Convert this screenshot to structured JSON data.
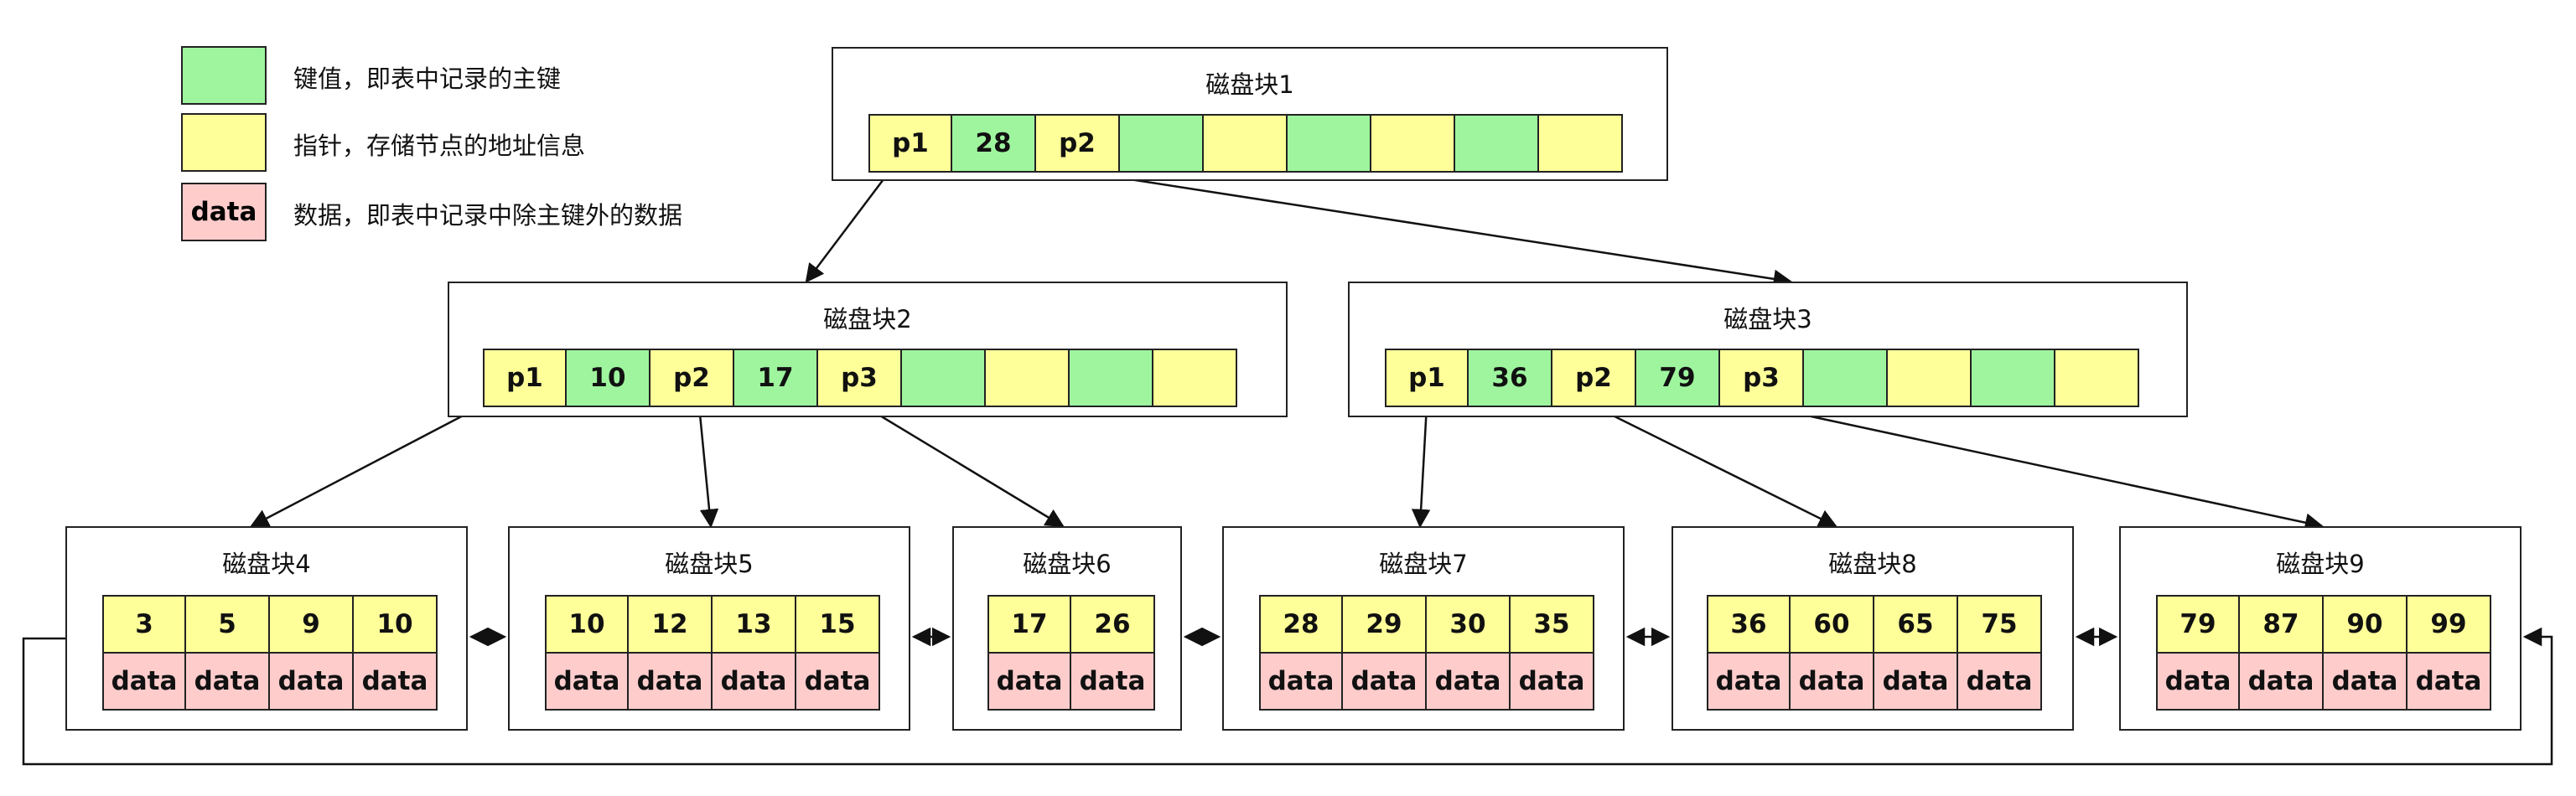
{
  "colors": {
    "key": "#9ef59e",
    "pointer": "#ffff99",
    "data": "#ffcccc"
  },
  "legend": [
    {
      "type": "key",
      "label": "",
      "text": "键值，即表中记录的主键"
    },
    {
      "type": "pointer",
      "label": "",
      "text": "指针，存储节点的地址信息"
    },
    {
      "type": "data",
      "label": "data",
      "text": "数据，即表中记录中除主键外的数据"
    }
  ],
  "root": {
    "title": "磁盘块1",
    "cells": [
      {
        "t": "p",
        "v": "p1"
      },
      {
        "t": "k",
        "v": "28"
      },
      {
        "t": "p",
        "v": "p2"
      },
      {
        "t": "k",
        "v": ""
      },
      {
        "t": "p",
        "v": ""
      },
      {
        "t": "k",
        "v": ""
      },
      {
        "t": "p",
        "v": ""
      },
      {
        "t": "k",
        "v": ""
      },
      {
        "t": "p",
        "v": ""
      }
    ]
  },
  "internal": [
    {
      "title": "磁盘块2",
      "cells": [
        {
          "t": "p",
          "v": "p1"
        },
        {
          "t": "k",
          "v": "10"
        },
        {
          "t": "p",
          "v": "p2"
        },
        {
          "t": "k",
          "v": "17"
        },
        {
          "t": "p",
          "v": "p3"
        },
        {
          "t": "k",
          "v": ""
        },
        {
          "t": "p",
          "v": ""
        },
        {
          "t": "k",
          "v": ""
        },
        {
          "t": "p",
          "v": ""
        }
      ]
    },
    {
      "title": "磁盘块3",
      "cells": [
        {
          "t": "p",
          "v": "p1"
        },
        {
          "t": "k",
          "v": "36"
        },
        {
          "t": "p",
          "v": "p2"
        },
        {
          "t": "k",
          "v": "79"
        },
        {
          "t": "p",
          "v": "p3"
        },
        {
          "t": "k",
          "v": ""
        },
        {
          "t": "p",
          "v": ""
        },
        {
          "t": "k",
          "v": ""
        },
        {
          "t": "p",
          "v": ""
        }
      ]
    }
  ],
  "leaves": [
    {
      "title": "磁盘块4",
      "keys": [
        "3",
        "5",
        "9",
        "10"
      ],
      "data_label": "data"
    },
    {
      "title": "磁盘块5",
      "keys": [
        "10",
        "12",
        "13",
        "15"
      ],
      "data_label": "data"
    },
    {
      "title": "磁盘块6",
      "keys": [
        "17",
        "26"
      ],
      "data_label": "data"
    },
    {
      "title": "磁盘块7",
      "keys": [
        "28",
        "29",
        "30",
        "35"
      ],
      "data_label": "data"
    },
    {
      "title": "磁盘块8",
      "keys": [
        "36",
        "60",
        "65",
        "75"
      ],
      "data_label": "data"
    },
    {
      "title": "磁盘块9",
      "keys": [
        "79",
        "87",
        "90",
        "99"
      ],
      "data_label": "data"
    }
  ]
}
